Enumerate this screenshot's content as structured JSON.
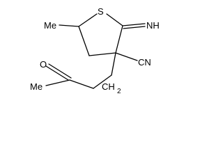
{
  "structure": {
    "atoms": {
      "sulfur": "S",
      "imine": "NH",
      "methyl_top": "Me",
      "nitrile": "CN",
      "methyl_left": "Me",
      "oxygen": "O",
      "ch2_chain": "CH",
      "ch2_subscript": "2"
    }
  },
  "colors": {
    "ink": "#000000",
    "background": "#ffffff"
  }
}
